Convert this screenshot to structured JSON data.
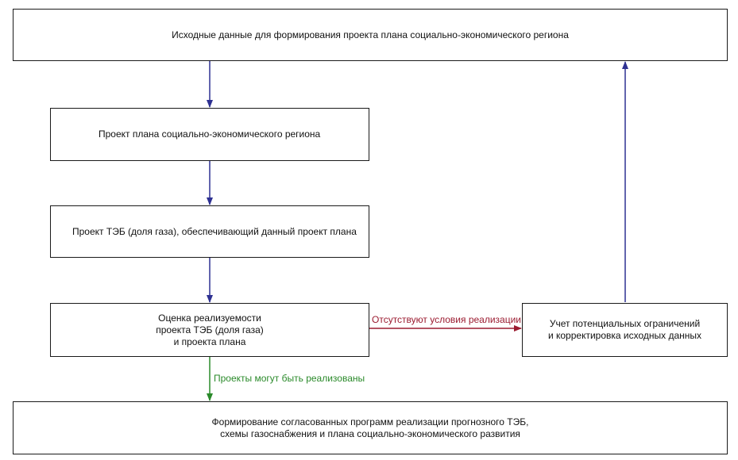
{
  "colors": {
    "arrow_main": "#2e3192",
    "arrow_failure": "#9b1b30",
    "arrow_success": "#2a8a2a",
    "box_border": "#1a1a1a"
  },
  "boxes": {
    "source_data": "Исходные данные для формирования проекта плана социально-экономического региона",
    "plan_project": "Проект плана социально-экономического региона",
    "teb_project": "Проект ТЭБ (доля газа), обеспечивающий данный проект плана",
    "evaluation": [
      "Оценка реализуемости",
      "проекта ТЭБ (доля газа)",
      "и проекта плана"
    ],
    "correction": [
      "Учет потенциальных ограничений",
      "и корректировка исходных данных"
    ],
    "final": [
      "Формирование согласованных программ реализации прогнозного ТЭБ,",
      "схемы газоснабжения и плана социально-экономического развития"
    ]
  },
  "labels": {
    "failure": "Отсутствуют условия реализации",
    "success": "Проекты могут быть реализованы"
  }
}
